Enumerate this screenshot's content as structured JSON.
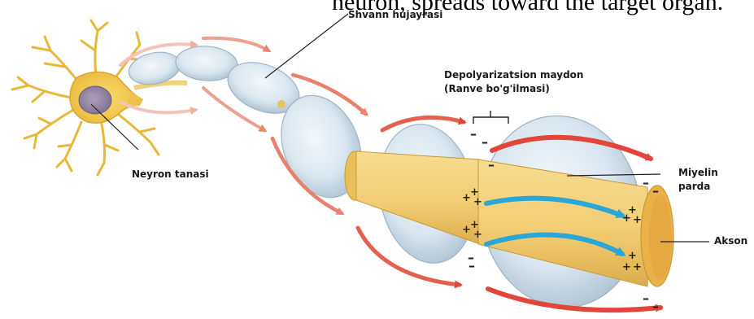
{
  "header": {
    "text": "neuron, spreads toward the target organ."
  },
  "labels": {
    "schwann": "Shvann hujayrasi",
    "depol_line1": "Depolyarizatsion maydon",
    "depol_line2": "(Ranve bo'g'ilmasi)",
    "soma": "Neyron tanasi",
    "myelin_line1": "Miyelin",
    "myelin_line2": "parda",
    "axon": "Akson"
  },
  "charges": {
    "plus": "+",
    "minus": "–"
  },
  "colors": {
    "neuron": "#f2c94c",
    "nucleus": "#8e7f9e",
    "myelin": "#dbe8f2",
    "axon": "#f6d88a",
    "current_arrow": "#29a7d8",
    "impulse_arrow": "#e2453a"
  }
}
